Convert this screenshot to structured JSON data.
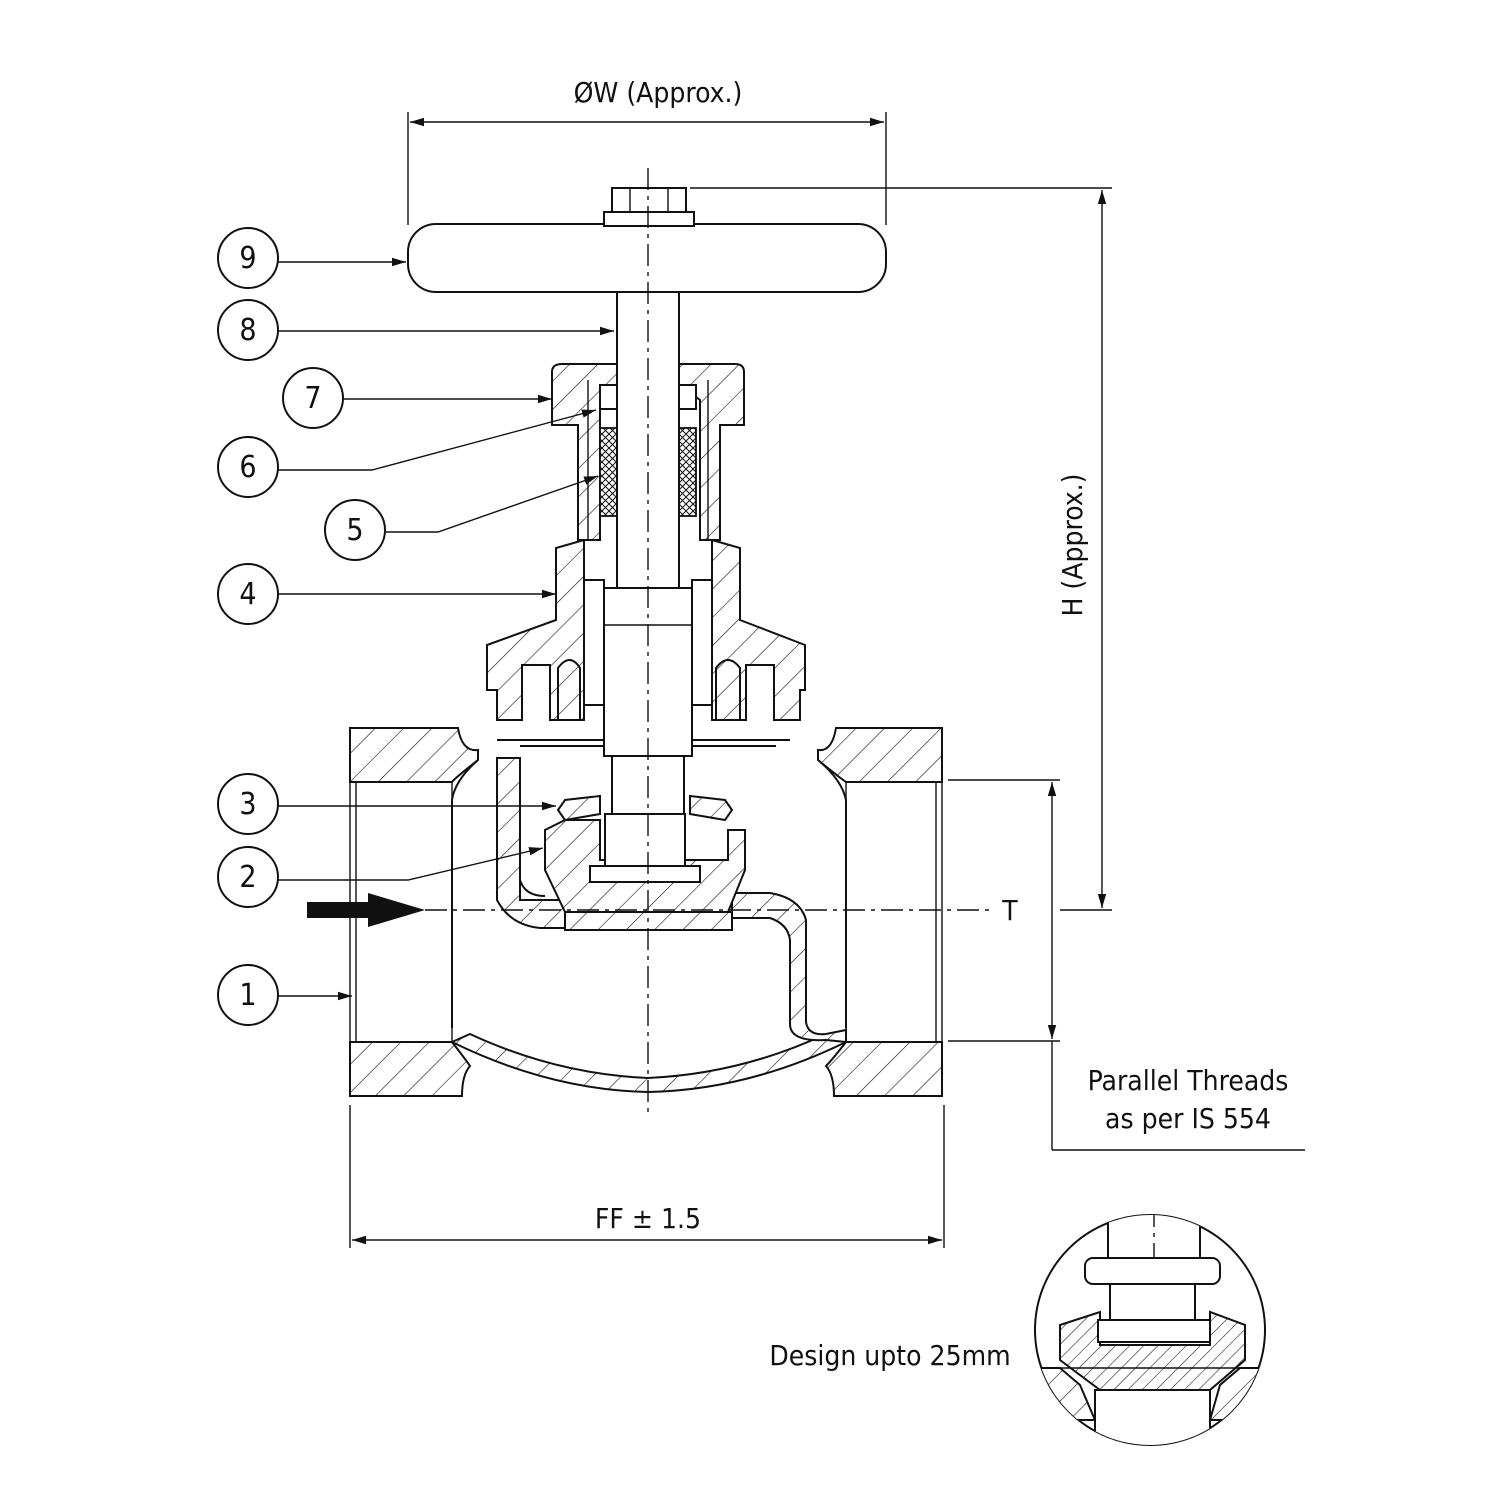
{
  "dimensions": {
    "handwheel_diameter": "ØW (Approx.)",
    "height": "H (Approx.)",
    "face_to_face": "FF ± 1.5",
    "thread_size": "T"
  },
  "notes": {
    "threads_line1": "Parallel Threads",
    "threads_line2": "as per IS 554",
    "detail_caption": "Design upto 25mm"
  },
  "balloons": [
    {
      "number": "9"
    },
    {
      "number": "8"
    },
    {
      "number": "7"
    },
    {
      "number": "6"
    },
    {
      "number": "5"
    },
    {
      "number": "4"
    },
    {
      "number": "3"
    },
    {
      "number": "2"
    },
    {
      "number": "1"
    }
  ]
}
